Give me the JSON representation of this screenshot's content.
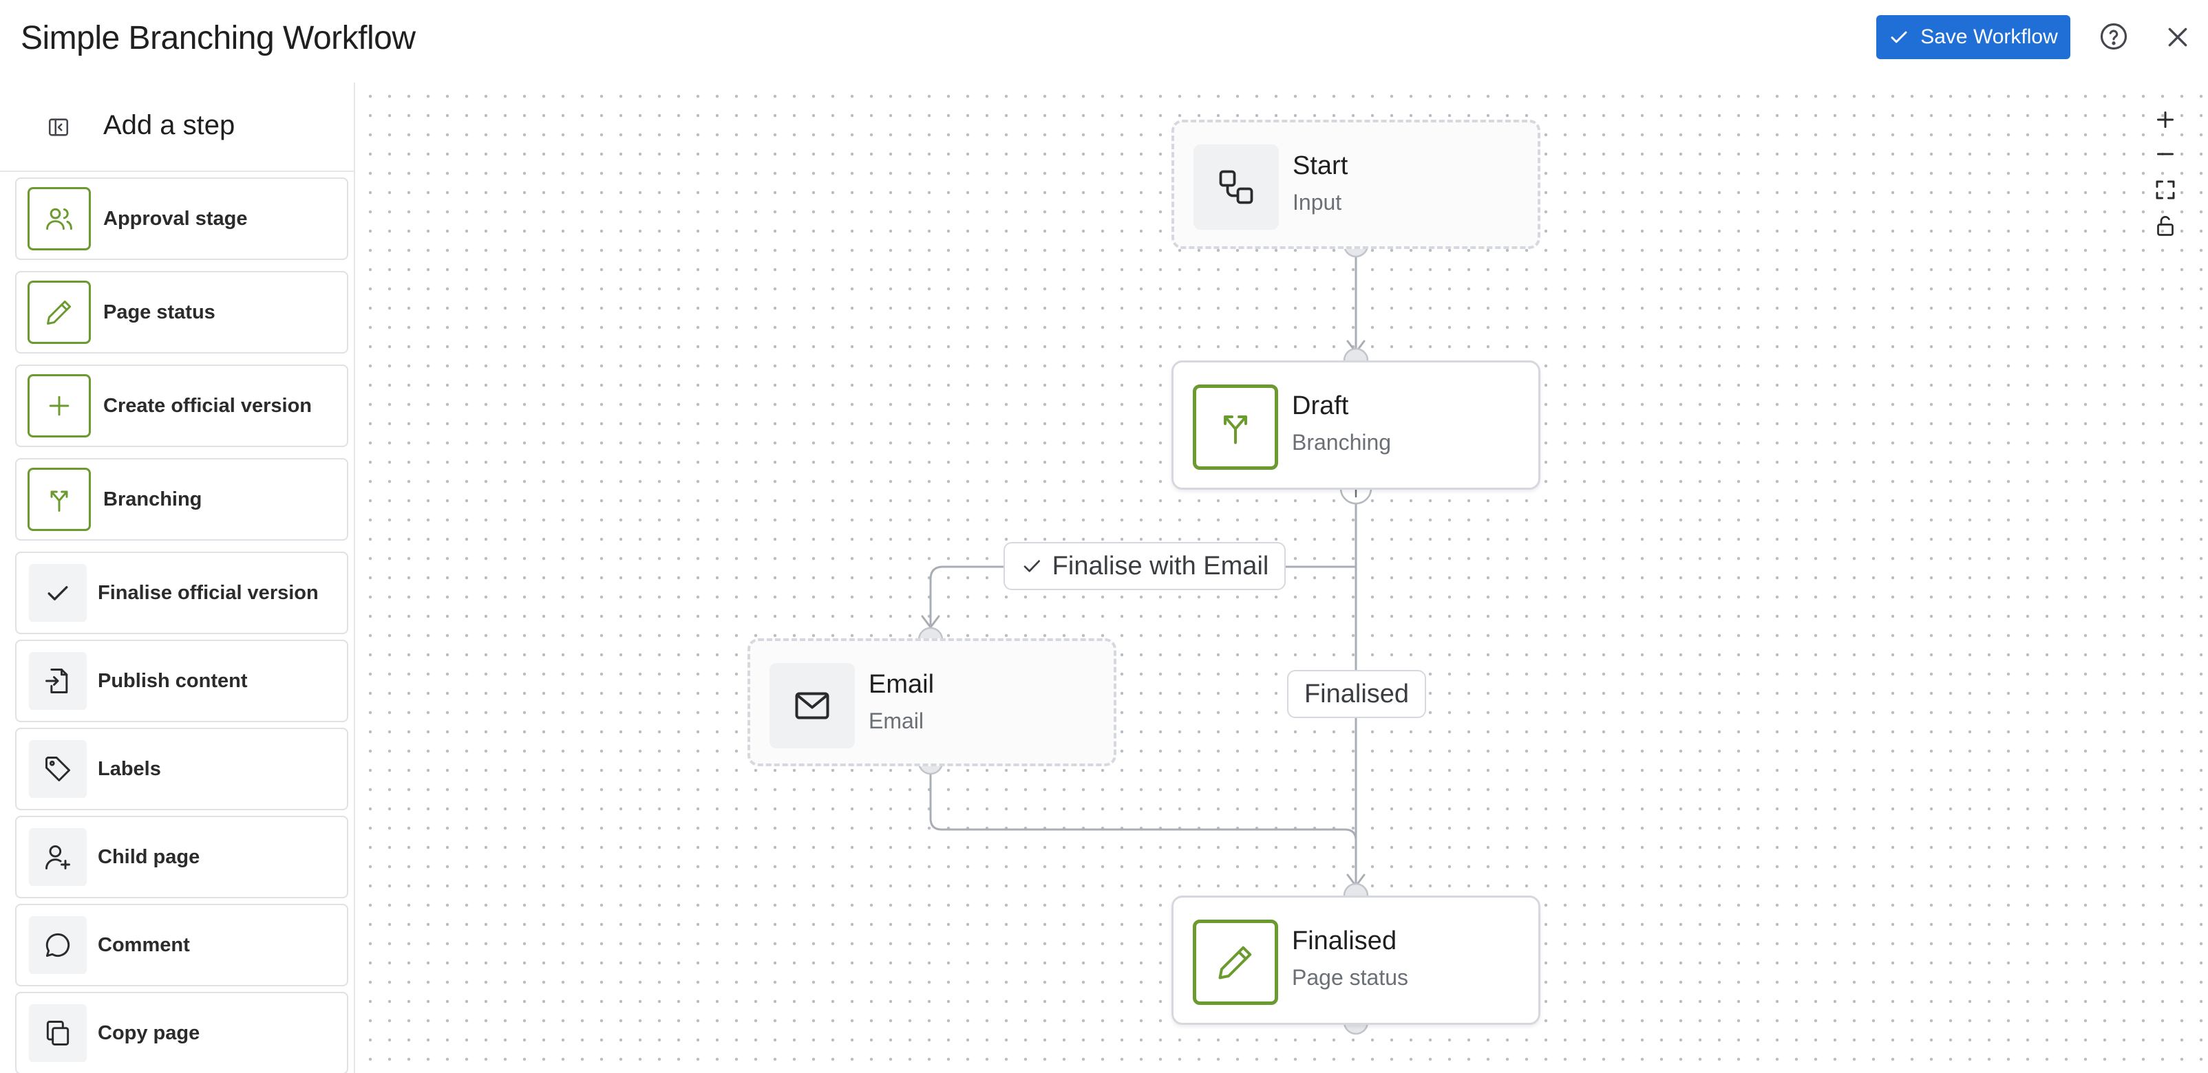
{
  "header": {
    "title": "Simple Branching Workflow",
    "save_label": "Save Workflow"
  },
  "sidebar": {
    "title": "Add a step",
    "items": [
      {
        "label": "Approval stage",
        "icon": "users-icon"
      },
      {
        "label": "Page status",
        "icon": "pencil-icon"
      },
      {
        "label": "Create official version",
        "icon": "plus-icon"
      },
      {
        "label": "Branching",
        "icon": "branch-icon"
      },
      {
        "label": "Finalise official version",
        "icon": "check-icon"
      },
      {
        "label": "Publish content",
        "icon": "publish-icon"
      },
      {
        "label": "Labels",
        "icon": "tag-icon"
      },
      {
        "label": "Child page",
        "icon": "user-plus-icon"
      },
      {
        "label": "Comment",
        "icon": "comment-icon"
      },
      {
        "label": "Copy page",
        "icon": "copy-icon"
      }
    ]
  },
  "canvas": {
    "nodes": [
      {
        "title": "Start",
        "subtitle": "Input",
        "icon": "start-icon"
      },
      {
        "title": "Draft",
        "subtitle": "Branching",
        "icon": "branch-icon"
      },
      {
        "title": "Email",
        "subtitle": "Email",
        "icon": "mail-icon"
      },
      {
        "title": "Finalised",
        "subtitle": "Page status",
        "icon": "pencil-icon"
      }
    ],
    "edges": [
      {
        "label": "Finalise with Email"
      },
      {
        "label": "Finalised"
      }
    ]
  },
  "colors": {
    "accent": "#1f6fd6",
    "step_green": "#6b9a2f"
  }
}
